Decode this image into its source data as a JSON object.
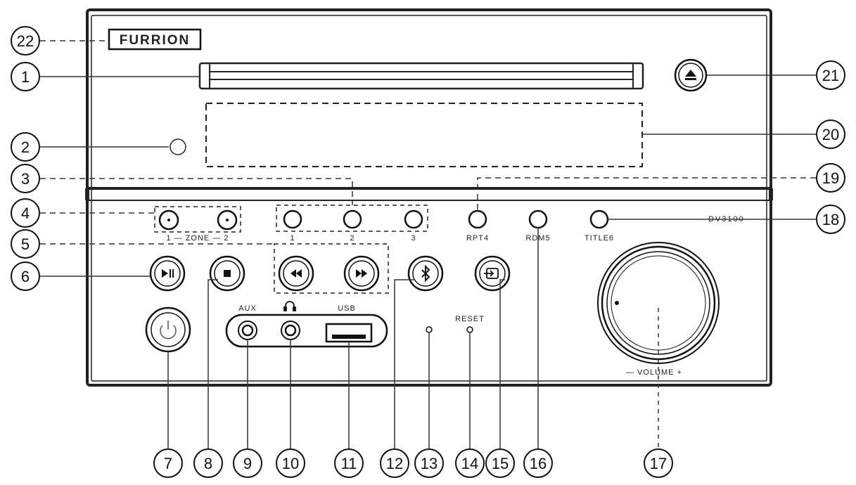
{
  "device": {
    "brand": "FURRION",
    "model": "DV3100"
  },
  "labels": {
    "zone": "1 — ZONE — 2",
    "preset_1": "1",
    "preset_2": "2",
    "preset_3": "3",
    "rpt": "RPT4",
    "rdm": "RDM5",
    "title": "TITLE6",
    "aux": "AUX",
    "usb": "USB",
    "reset": "RESET",
    "volume": "— VOLUME +"
  },
  "callouts": [
    "1",
    "2",
    "3",
    "4",
    "5",
    "6",
    "7",
    "8",
    "9",
    "10",
    "11",
    "12",
    "13",
    "14",
    "15",
    "16",
    "17",
    "18",
    "19",
    "20",
    "21",
    "22"
  ],
  "icons": {
    "eject": "eject-icon",
    "play_pause": "play-pause-icon",
    "stop": "stop-icon",
    "rewind": "rewind-icon",
    "fast_forward": "fast-forward-icon",
    "bluetooth": "bluetooth-icon",
    "source": "source-input-icon",
    "power": "power-icon",
    "headphones": "headphones-icon"
  }
}
